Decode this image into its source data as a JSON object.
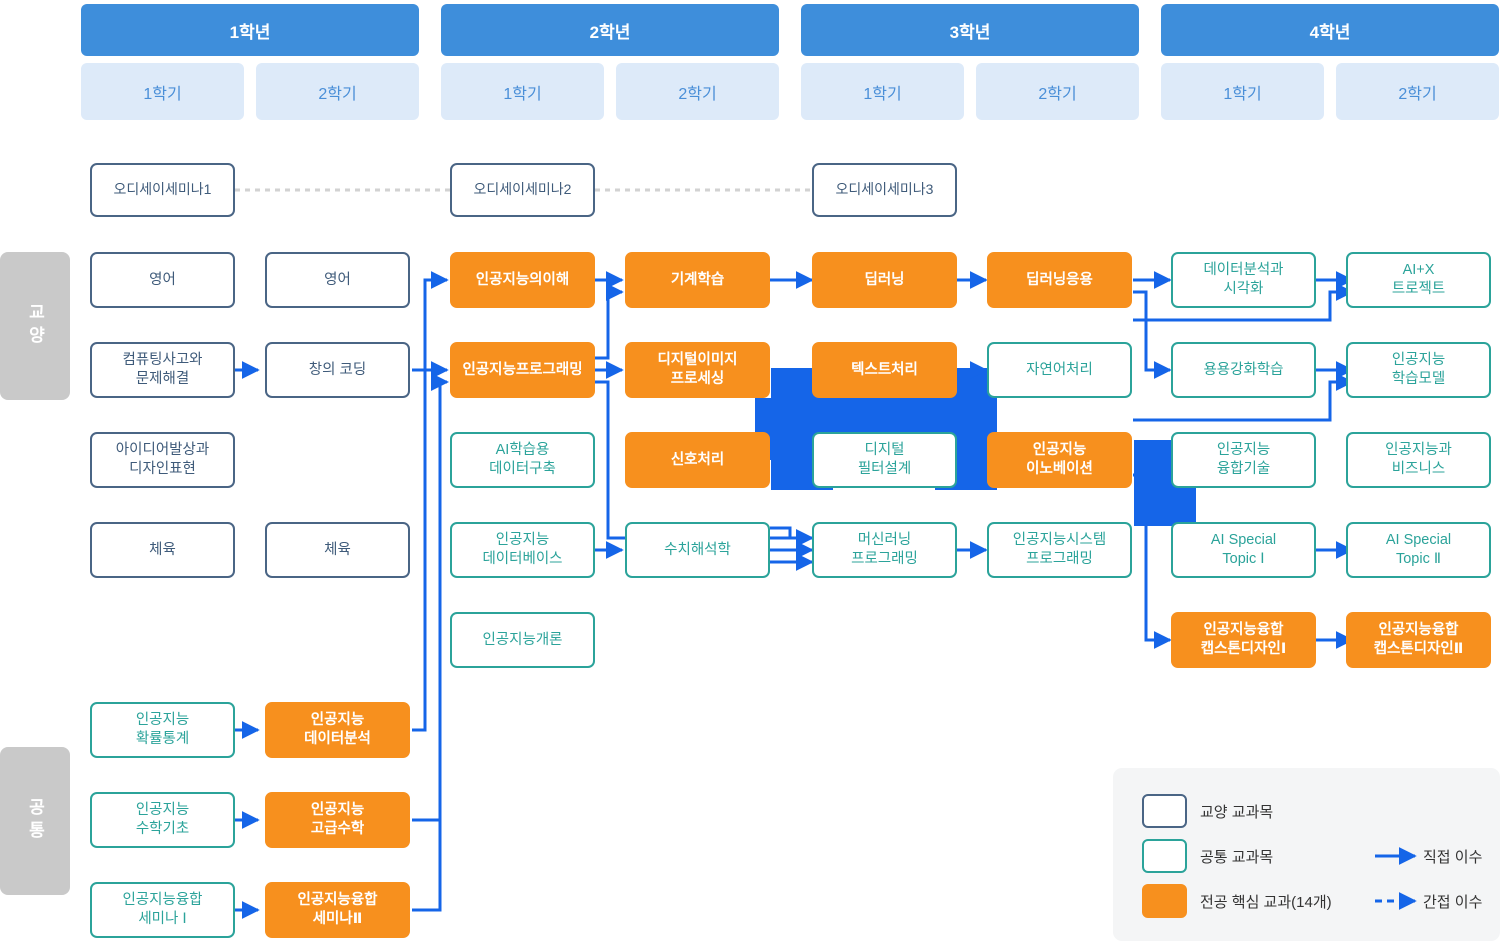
{
  "header": {
    "years": [
      {
        "label": "1학년",
        "semesters": [
          "1학기",
          "2학기"
        ]
      },
      {
        "label": "2학년",
        "semesters": [
          "1학기",
          "2학기"
        ]
      },
      {
        "label": "3학년",
        "semesters": [
          "1학기",
          "2학기"
        ]
      },
      {
        "label": "4학년",
        "semesters": [
          "1학기",
          "2학기"
        ]
      }
    ]
  },
  "categories": [
    {
      "id": "liberal",
      "label": "교양"
    },
    {
      "id": "common",
      "label": "공통"
    }
  ],
  "odyssey": [
    {
      "label": "오디세이세미나1"
    },
    {
      "label": "오디세이세미나2"
    },
    {
      "label": "오디세이세미나3"
    }
  ],
  "courses": {
    "y1s1": [
      {
        "label": "영어",
        "type": "general"
      },
      {
        "label": "컴퓨팅사고와\n문제해결",
        "type": "general"
      },
      {
        "label": "아이디어발상과\n디자인표현",
        "type": "general"
      },
      {
        "label": "체육",
        "type": "general"
      },
      {
        "label": "인공지능\n확률통계",
        "type": "common"
      },
      {
        "label": "인공지능\n수학기초",
        "type": "common"
      },
      {
        "label": "인공지능융합\n세미나 Ⅰ",
        "type": "common"
      }
    ],
    "y1s2": [
      {
        "label": "영어",
        "type": "general"
      },
      {
        "label": "창의 코딩",
        "type": "general"
      },
      {
        "label": "체육",
        "type": "general"
      },
      {
        "label": "인공지능\n데이터분석",
        "type": "major"
      },
      {
        "label": "인공지능\n고급수학",
        "type": "major"
      },
      {
        "label": "인공지능융합\n세미나Ⅱ",
        "type": "major"
      }
    ],
    "y2s1": [
      {
        "label": "인공지능의이해",
        "type": "major"
      },
      {
        "label": "인공지능프로그래밍",
        "type": "major"
      },
      {
        "label": "AI학습용\n데이터구축",
        "type": "common"
      },
      {
        "label": "인공지능\n데이터베이스",
        "type": "common"
      },
      {
        "label": "인공지능개론",
        "type": "common"
      }
    ],
    "y2s2": [
      {
        "label": "기계학습",
        "type": "major"
      },
      {
        "label": "디지털이미지\n프로세싱",
        "type": "major"
      },
      {
        "label": "신호처리",
        "type": "major"
      },
      {
        "label": "수치해석학",
        "type": "common"
      }
    ],
    "y3s1": [
      {
        "label": "딥러닝",
        "type": "major"
      },
      {
        "label": "텍스트처리",
        "type": "major"
      },
      {
        "label": "디지털\n필터설계",
        "type": "common"
      },
      {
        "label": "머신러닝\n프로그래밍",
        "type": "common"
      }
    ],
    "y3s2": [
      {
        "label": "딥러닝응용",
        "type": "major"
      },
      {
        "label": "자연어처리",
        "type": "common"
      },
      {
        "label": "인공지능\n이노베이션",
        "type": "major"
      },
      {
        "label": "인공지능시스템\n프로그래밍",
        "type": "common"
      }
    ],
    "y4s1": [
      {
        "label": "데이터분석과\n시각화",
        "type": "common"
      },
      {
        "label": "용용강화학습",
        "type": "common"
      },
      {
        "label": "인공지능\n융합기술",
        "type": "common"
      },
      {
        "label": "AI Special\nTopic Ⅰ",
        "type": "common"
      },
      {
        "label": "인공지능융합\n캡스톤디자인Ⅰ",
        "type": "major"
      }
    ],
    "y4s2": [
      {
        "label": "AI+X\n트로젝트",
        "type": "common"
      },
      {
        "label": "인공지능\n학습모델",
        "type": "common"
      },
      {
        "label": "인공지능과\n비즈니스",
        "type": "common"
      },
      {
        "label": "AI Special\nTopic Ⅱ",
        "type": "common"
      },
      {
        "label": "인공지능융합\n캡스톤디자인Ⅱ",
        "type": "major"
      }
    ]
  },
  "legend": {
    "items": [
      {
        "swatch": "general",
        "label": "교양 교과목"
      },
      {
        "swatch": "common",
        "label": "공통 교과목"
      },
      {
        "swatch": "major",
        "label": "전공 핵심 교과(14개)"
      }
    ],
    "arrows": [
      {
        "style": "solid",
        "label": "직접 이수"
      },
      {
        "style": "dashed",
        "label": "간접 이수"
      }
    ]
  },
  "colors": {
    "year_bar": "#3E8EDB",
    "semester_bar": "#DDEAF9",
    "general_border": "#4A6585",
    "common_border": "#2BA39A",
    "major_fill": "#F7901E",
    "arrow": "#1565E8",
    "sidetab": "#C9C9C9",
    "dashed_connector": "#D2D2D2",
    "legend_bg": "#F4F5F6"
  }
}
